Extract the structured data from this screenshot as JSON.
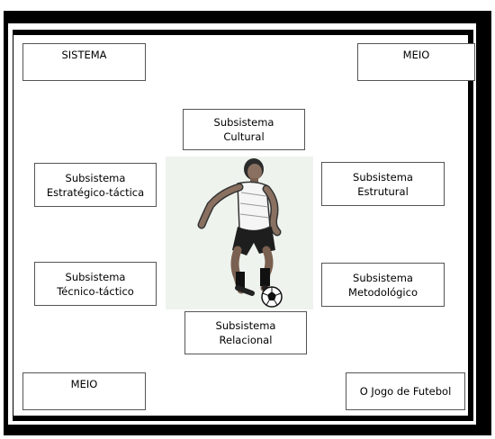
{
  "corners": {
    "top_left": "SISTEMA",
    "top_right": "MEIO",
    "bottom_left": "MEIO",
    "bottom_right": "O Jogo de Futebol"
  },
  "subsystems": {
    "top": "Subsistema\nCultural",
    "left_upper": "Subsistema\nEstratégico-táctica",
    "right_upper": "Subsistema\nEstrutural",
    "left_lower": "Subsistema\nTécnico-táctico",
    "right_lower": "Subsistema\nMetodológico",
    "bottom": "Subsistema\nRelacional"
  },
  "image": {
    "icon": "soccer-player-icon"
  },
  "colors": {
    "frame": "#000000",
    "box_border": "#555555",
    "photo_bg": "#eef3ee"
  }
}
